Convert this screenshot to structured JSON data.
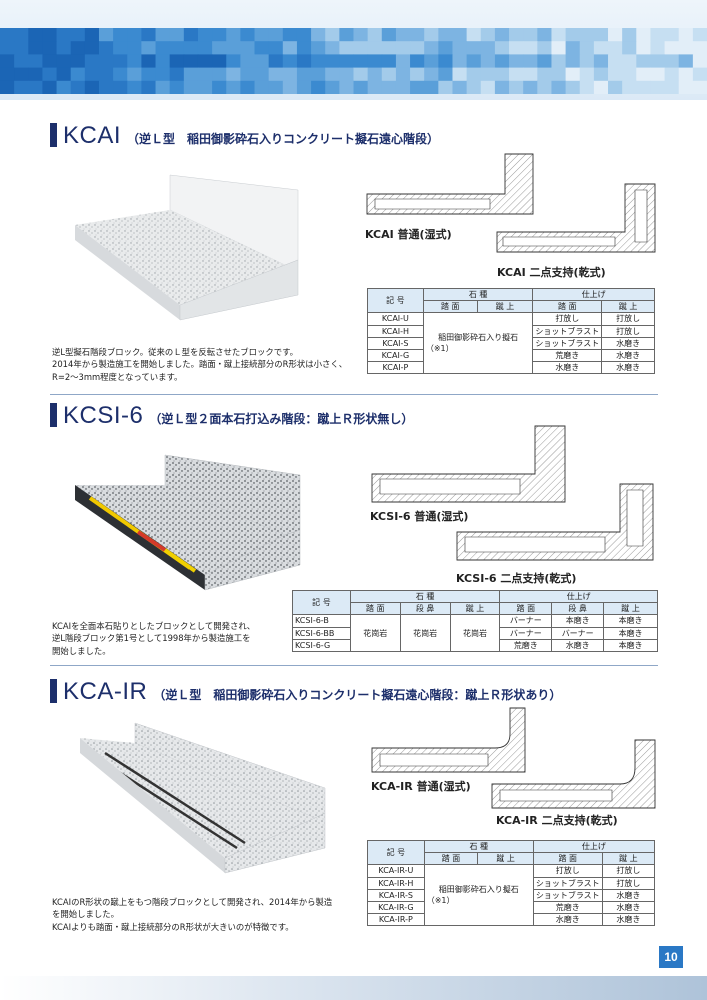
{
  "sections": [
    {
      "code": "KCAI",
      "subtitle": "（逆Ｌ型　稲田御影砕石入りコンクリート擬石遠心階段）",
      "desc": [
        "逆L型擬石階段ブロック。従来のＬ型を反転させたブロックです。",
        "2014年から製造施工を開始しました。踏面・蹴上接続部分のR形状は小さく、",
        "R=2〜3mm程度となっています。"
      ],
      "diagram_labels": [
        "KCAI 普通(湿式)",
        "KCAI 二点支持(乾式)"
      ],
      "table": {
        "h1": [
          "記 号",
          "石 種",
          "仕上げ"
        ],
        "h2": [
          "踏 面",
          "蹴 上",
          "踏 面",
          "蹴 上"
        ],
        "material": [
          "稲田御影砕石入り擬石",
          "（※1）"
        ],
        "rows": [
          [
            "KCAI-U",
            "打放し",
            "打放し"
          ],
          [
            "KCAI-H",
            "ショットブラスト",
            "打放し"
          ],
          [
            "KCAI-S",
            "ショットブラスト",
            "水磨き"
          ],
          [
            "KCAI-G",
            "荒磨き",
            "水磨き"
          ],
          [
            "KCAI-P",
            "水磨き",
            "水磨き"
          ]
        ]
      }
    },
    {
      "code": "KCSI-6",
      "subtitle": "（逆Ｌ型２面本石打込み階段：蹴上Ｒ形状無し）",
      "desc": [
        "KCAIを全面本石貼りとしたブロックとして開発され、",
        "逆L階段ブロック第1号として1998年から製造施工を",
        "開始しました。"
      ],
      "diagram_labels": [
        "KCSI-6 普通(湿式)",
        "KCSI-6 二点支持(乾式)"
      ],
      "table": {
        "h1": [
          "記 号",
          "石 種",
          "仕上げ"
        ],
        "h2": [
          "踏 面",
          "段 鼻",
          "蹴 上",
          "踏 面",
          "段 鼻",
          "蹴 上"
        ],
        "material": [
          "花崗岩",
          "花崗岩",
          "花崗岩"
        ],
        "rows": [
          [
            "KCSI-6-B",
            "バーナー",
            "本磨き",
            "本磨き"
          ],
          [
            "KCSI-6-BB",
            "バーナー",
            "バーナー",
            "本磨き"
          ],
          [
            "KCSI-6-G",
            "荒磨き",
            "水磨き",
            "本磨き"
          ]
        ]
      }
    },
    {
      "code": "KCA-IR",
      "subtitle": "（逆Ｌ型　稲田御影砕石入りコンクリート擬石遠心階段：蹴上Ｒ形状あり）",
      "desc": [
        "KCAIのR形状の蹴上をもつ階段ブロックとして開発され、2014年から製造",
        "を開始しました。",
        "KCAIよりも踏面・蹴上接続部分のR形状が大きいのが特徴です。"
      ],
      "diagram_labels": [
        "KCA-IR 普通(湿式)",
        "KCA-IR 二点支持(乾式)"
      ],
      "table": {
        "h1": [
          "記 号",
          "石 種",
          "仕上げ"
        ],
        "h2": [
          "踏 面",
          "蹴 上",
          "踏 面",
          "蹴 上"
        ],
        "material": [
          "稲田御影砕石入り擬石",
          "（※1）"
        ],
        "rows": [
          [
            "KCA-IR-U",
            "打放し",
            "打放し"
          ],
          [
            "KCA-IR-H",
            "ショットブラスト",
            "打放し"
          ],
          [
            "KCA-IR-S",
            "ショットブラスト",
            "水磨き"
          ],
          [
            "KCA-IR-G",
            "荒磨き",
            "水磨き"
          ],
          [
            "KCA-IR-P",
            "水磨き",
            "水磨き"
          ]
        ]
      }
    }
  ],
  "page_number": "10",
  "colors": {
    "title": "#1d2f6b",
    "header_blue": "#2a78c5",
    "table_head": "#dceaf6"
  }
}
